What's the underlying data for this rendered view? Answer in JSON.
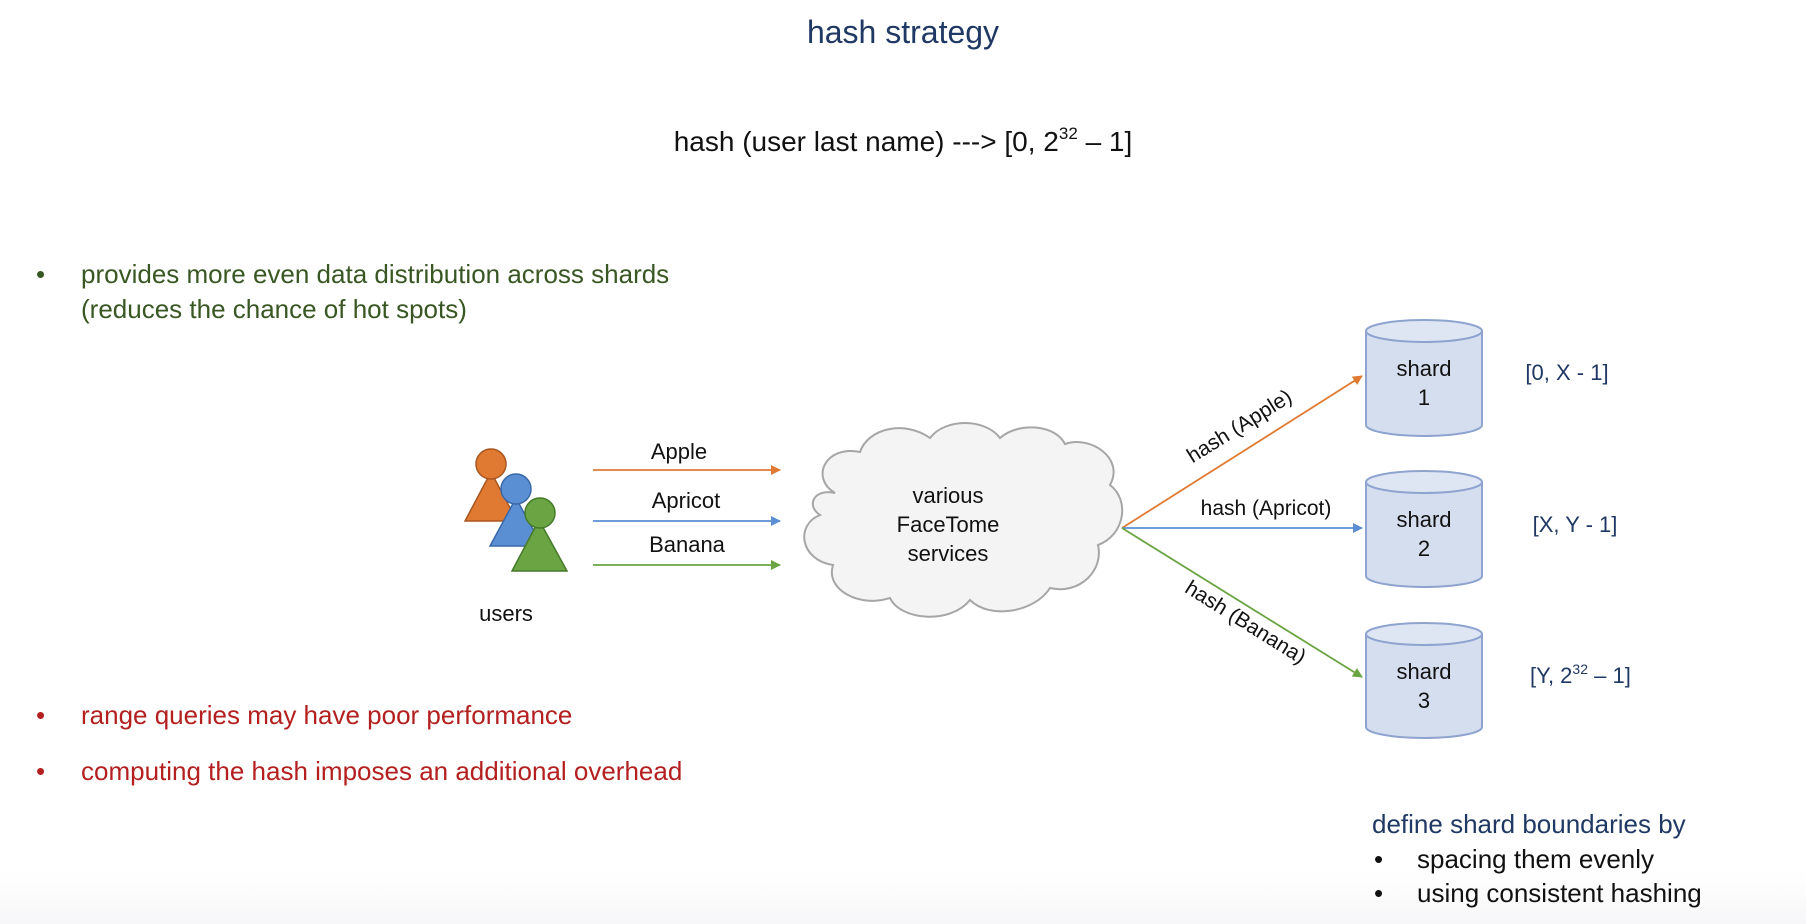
{
  "title": "hash strategy",
  "formula": {
    "prefix": "hash (user last name) ---> [0, 2",
    "exponent": "32",
    "suffix": " – 1]"
  },
  "pros": {
    "line1": "provides more even data distribution across shards",
    "line2": "(reduces the chance of hot spots)"
  },
  "cons": [
    "range queries may have poor performance",
    "computing the hash imposes an additional overhead"
  ],
  "diagram": {
    "users_label": "users",
    "requests": [
      "Apple",
      "Apricot",
      "Banana"
    ],
    "cloud": [
      "various",
      "FaceTome",
      "services"
    ],
    "hash_labels": [
      "hash (Apple)",
      "hash (Apricot)",
      "hash (Banana)"
    ],
    "shards": [
      {
        "name": "shard",
        "number": "1",
        "range": "[0, X - 1]"
      },
      {
        "name": "shard",
        "number": "2",
        "range": "[X, Y - 1]"
      },
      {
        "name": "shard",
        "number": "3",
        "range_prefix": "[Y, 2",
        "range_exp": "32",
        "range_suffix": " – 1]"
      }
    ]
  },
  "boundaries": {
    "heading": "define shard boundaries by",
    "items": [
      "spacing them evenly",
      "using consistent hashing"
    ]
  },
  "bullet": "•",
  "colors": {
    "orange": "#e07a33",
    "blue": "#5b8fd4",
    "green": "#6aa443",
    "shard_fill": "#d5deef",
    "shard_stroke": "#8ea3cf",
    "title": "#1f3864",
    "pros": "#385723",
    "cons": "#b41f1f"
  }
}
